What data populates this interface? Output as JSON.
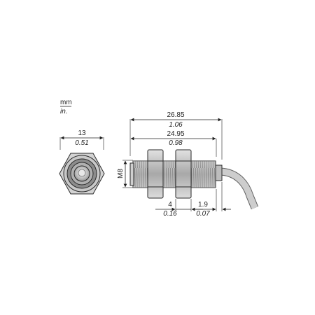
{
  "units": {
    "primary": "mm",
    "secondary": "in."
  },
  "front_view": {
    "width_mm": "13",
    "width_in": "0.51"
  },
  "side_view": {
    "overall_mm": "26.85",
    "overall_in": "1.06",
    "body_mm": "24.95",
    "body_in": "0.98",
    "thread_label": "M8",
    "nut_width_mm": "4",
    "nut_width_in": "0.16",
    "end_length_mm": "1.9",
    "end_length_in": "0.07"
  },
  "colors": {
    "line": "#202020",
    "metal_light": "#d0d0d0",
    "metal_mid": "#a9a9a9",
    "metal_dark": "#7a7a7a",
    "cable": "#c9c9c9"
  }
}
